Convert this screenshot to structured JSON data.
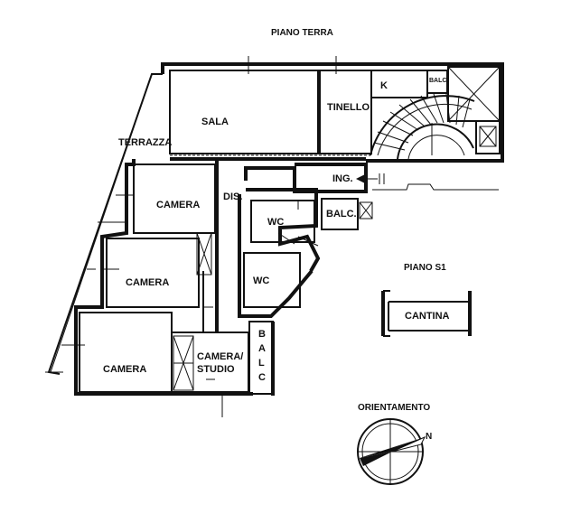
{
  "headings": {
    "ground_floor": "PIANO TERRA",
    "basement": "PIANO S1",
    "orientation": "ORIENTAMENTO"
  },
  "rooms": {
    "sala": "SALA",
    "tinello": "TINELLO",
    "kitchen": "K",
    "balcony_small": "BALC",
    "terrace": "TERRAZZA",
    "entrance": "ING.",
    "balcony_entrance": "BALC.",
    "disimpegno": "DIS.",
    "camera_1": "CAMERA",
    "camera_2": "CAMERA",
    "camera_3": "CAMERA",
    "camera_studio_line1": "CAMERA/",
    "camera_studio_line2": "STUDIO",
    "wc_1": "WC",
    "wc_2": "WC",
    "balc_vertical": [
      "B",
      "A",
      "L",
      "C"
    ],
    "cantina": "CANTINA"
  },
  "compass": {
    "north_label": "N"
  }
}
